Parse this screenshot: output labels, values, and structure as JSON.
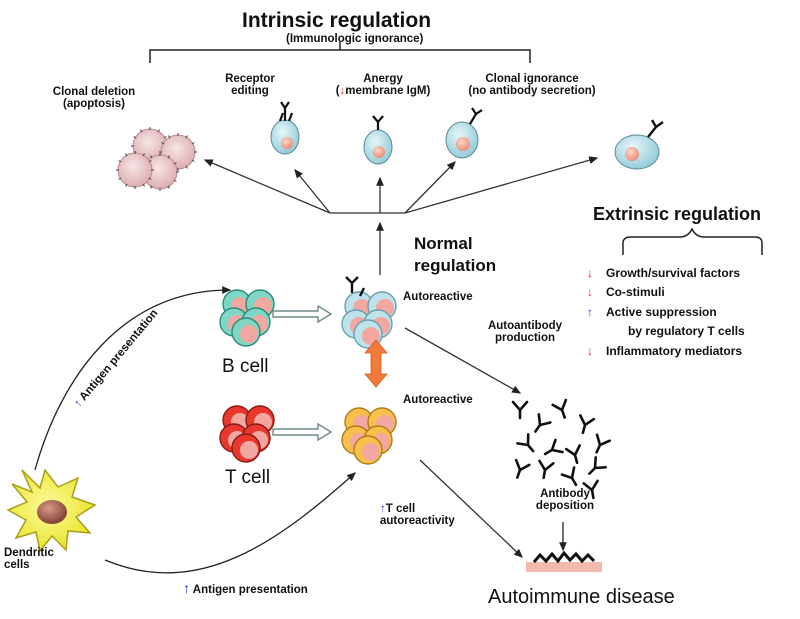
{
  "intrinsic": {
    "title": "Intrinsic regulation",
    "subtitle": "(Immunologic ignorance)",
    "clonal_deletion": [
      "Clonal deletion",
      "(apoptosis)"
    ],
    "receptor_editing": [
      "Receptor",
      "editing"
    ],
    "anergy": [
      "Anergy",
      "membrane IgM)"
    ],
    "anergy_prefix": "(",
    "clonal_ignorance": [
      "Clonal ignorance",
      "(no antibody secretion)"
    ]
  },
  "extrinsic": {
    "title": "Extrinsic regulation",
    "items": [
      {
        "arrow": "down",
        "text": "Growth/survival factors"
      },
      {
        "arrow": "down",
        "text": "Co-stimuli"
      },
      {
        "arrow": "up",
        "text": "Active suppression"
      },
      {
        "arrow": "none",
        "text": "by regulatory T cells"
      },
      {
        "arrow": "down",
        "text": "Inflammatory mediators"
      }
    ]
  },
  "normal_regulation": [
    "Normal",
    "regulation"
  ],
  "autoreactive_b": "Autoreactive",
  "autoreactive_t": "Autoreactive",
  "b_cell": "B cell",
  "t_cell": "T cell",
  "antigen_presentation_upper": "Antigen presentation",
  "antigen_presentation_lower": "Antigen presentation",
  "autoantibody": [
    "Autoantibody",
    "production"
  ],
  "t_autoreactivity": [
    "T cell",
    "autoreactivity"
  ],
  "antibody_deposition": [
    "Antibody",
    "deposition"
  ],
  "dendritic": [
    "Dendritic",
    "cells"
  ],
  "autoimmune": "Autoimmune disease",
  "colors": {
    "bcell_fill": "#7fd6c4",
    "bcell_stroke": "#2a8a78",
    "tcell_fill": "#e8382e",
    "tcell_stroke": "#8a1a14",
    "auto_b_fill": "#bfe3ea",
    "auto_t_fill": "#f6c04a",
    "nucleus": "#f2a8a0",
    "dendritic": "#f7f236",
    "red_arrow": "#d2241c",
    "blue_arrow": "#2233cc",
    "double_arrow": "#f07a3a",
    "deposit": "#f3b8ae"
  }
}
